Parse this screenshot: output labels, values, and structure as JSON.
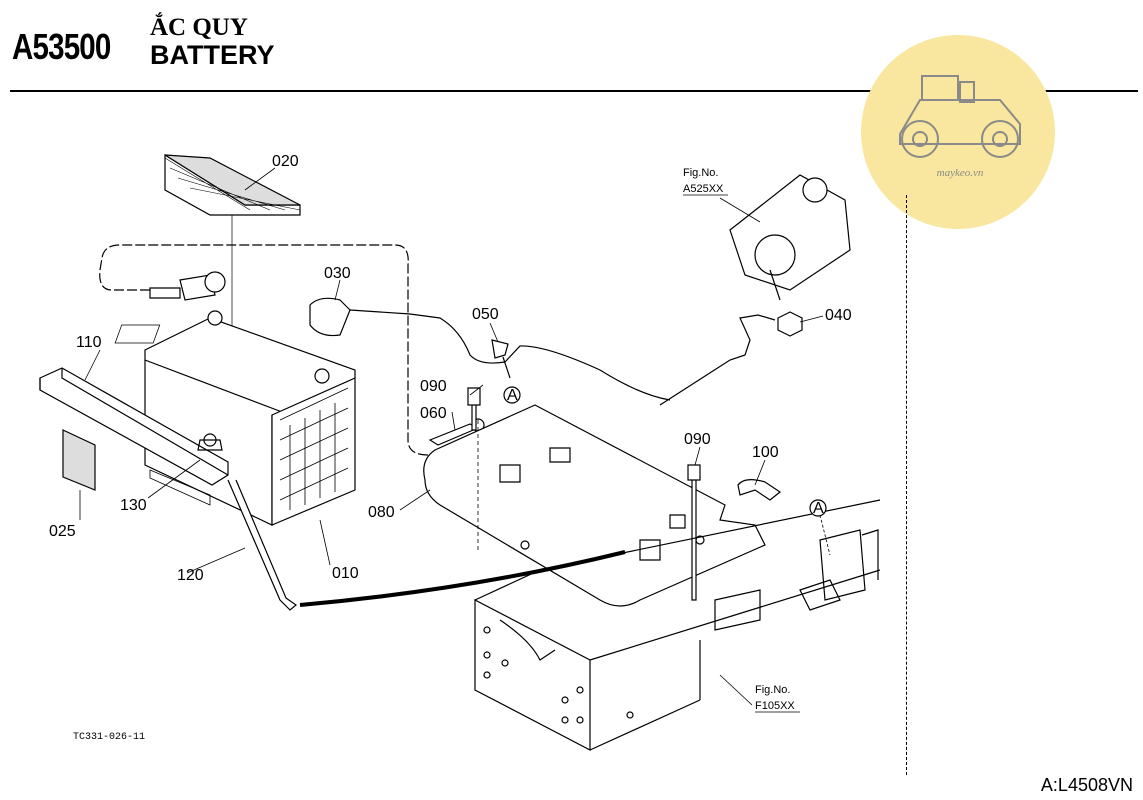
{
  "header": {
    "code": "A53500",
    "title_vn": "ẮC QUY",
    "title_en": "BATTERY"
  },
  "logo": {
    "text": "maykeo.vn",
    "icon": "tractor-icon",
    "color": "#f9e79f"
  },
  "callouts": {
    "p010": "010",
    "p020": "020",
    "p025": "025",
    "p030": "030",
    "p040": "040",
    "p050": "050",
    "p060": "060",
    "p080": "080",
    "p090a": "090",
    "p090b": "090",
    "p100": "100",
    "p110": "110",
    "p120": "120",
    "p130": "130"
  },
  "markers": {
    "a1": "A",
    "a2": "A"
  },
  "refs": {
    "alt_fig": "Fig.No.",
    "alt_num": "A525XX",
    "frame_fig": "Fig.No.",
    "frame_num": "F105XX"
  },
  "footer": {
    "drawing_code": "TC331-026-11",
    "page_code": "A:L4508VN"
  }
}
